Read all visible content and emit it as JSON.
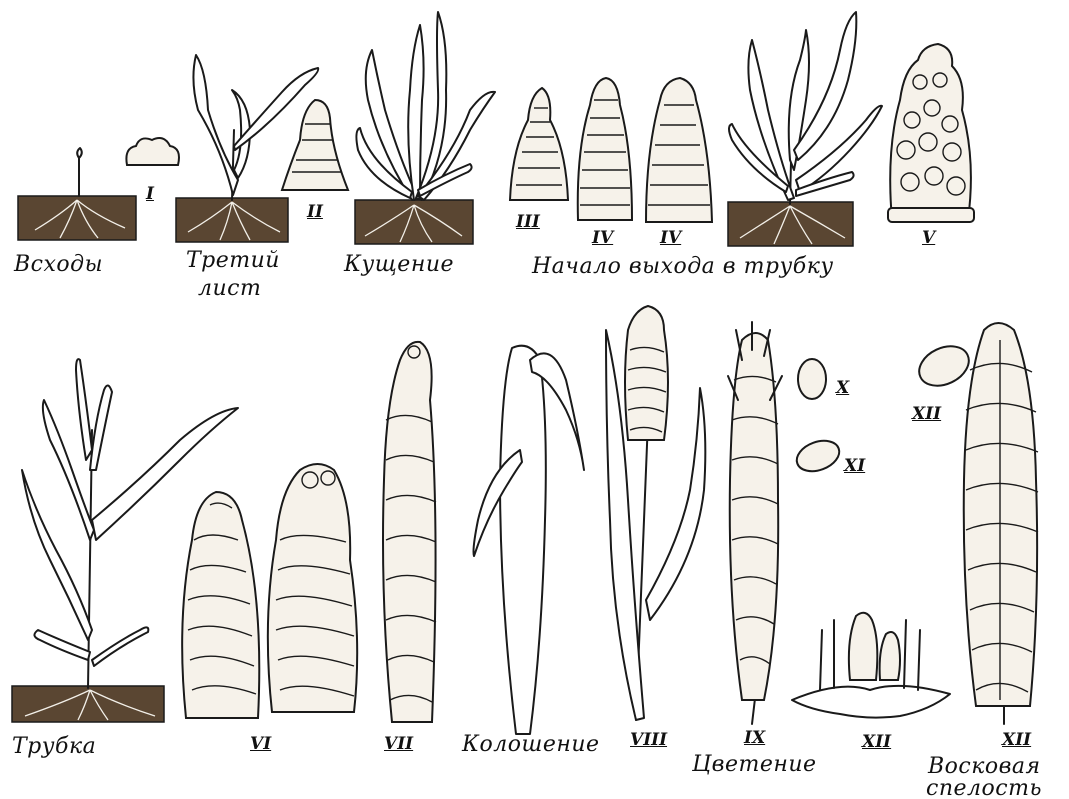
{
  "captions": {
    "emergence": "Всходы",
    "third_leaf_1": "Третий",
    "third_leaf_2": "лист",
    "tillering": "Кущение",
    "booting_start": "Начало выхода в трубку",
    "booting": "Трубка",
    "heading": "Колошение",
    "flowering": "Цветение",
    "wax_ripeness_1": "Восковая",
    "wax_ripeness_2": "спелость"
  },
  "stage_numerals": {
    "s1": "I",
    "s2": "II",
    "s3": "III",
    "s4a": "IV",
    "s4b": "IV",
    "s5": "V",
    "s6": "VI",
    "s7": "VII",
    "s8": "VIII",
    "s9": "IX",
    "s10": "X",
    "s11": "XI",
    "s12a": "XII",
    "s12b": "XII",
    "s12c": "XII"
  }
}
